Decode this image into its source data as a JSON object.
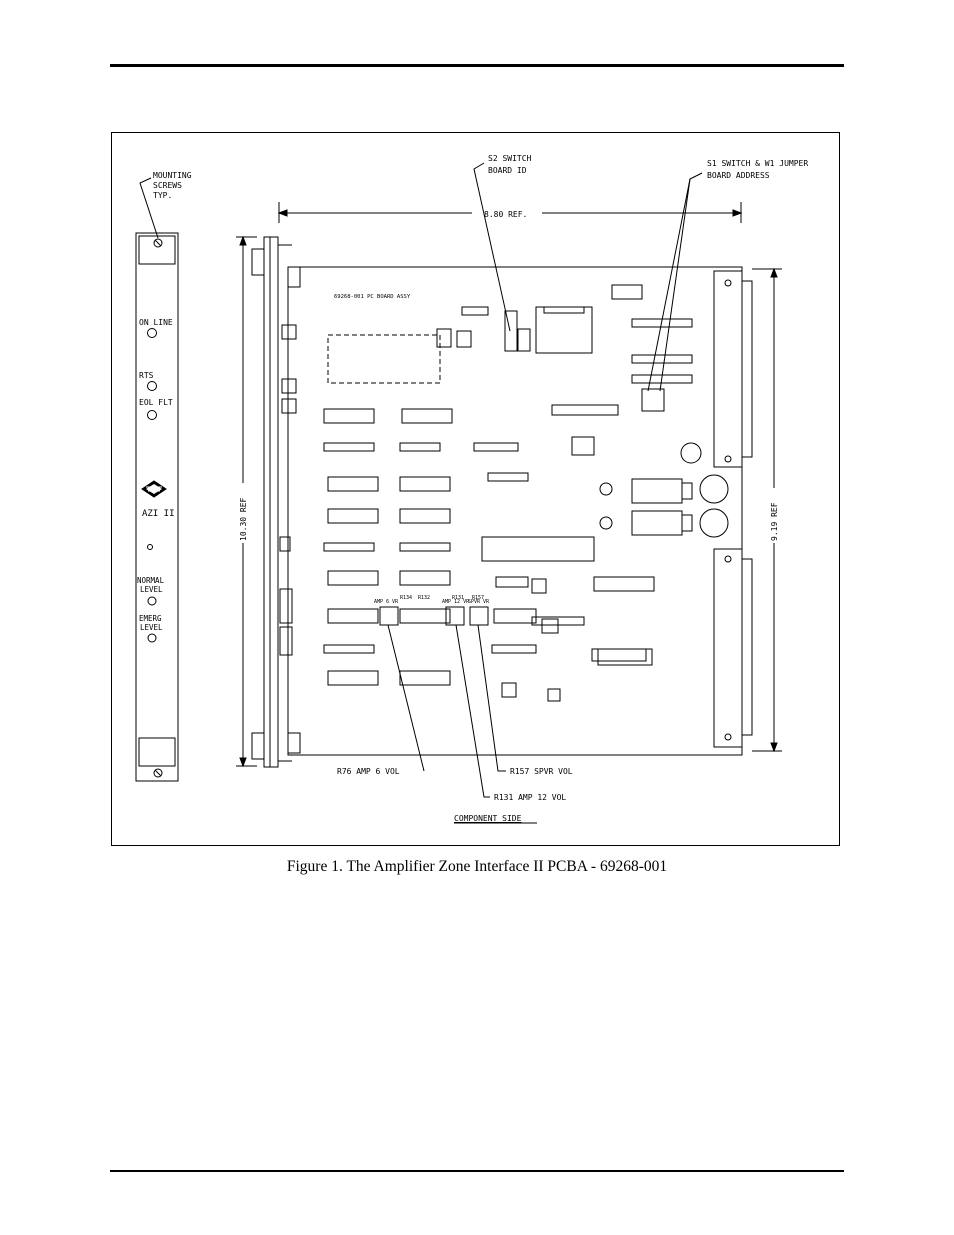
{
  "figure": {
    "caption": "Figure 1.  The Amplifier Zone Interface II PCBA - 69268-001",
    "callouts": {
      "mounting_screws": [
        "MOUNTING",
        "SCREWS",
        "TYP."
      ],
      "s2_switch": [
        "S2 SWITCH",
        "BOARD ID"
      ],
      "s1_switch": [
        "S1 SWITCH & W1 JUMPER",
        "BOARD ADDRESS"
      ],
      "width_dim": "8.80 REF.",
      "height_dim": "10.30 REF",
      "right_dim": "9.19 REF",
      "r76": "R76 AMP 6 VOL",
      "r157": "R157 SPVR VOL",
      "r131": "R131 AMP 12 VOL",
      "component_side": "COMPONENT SIDE"
    },
    "front_panel": {
      "leds": [
        "ON LINE",
        "RTS",
        "EOL FLT"
      ],
      "model": "AZI II",
      "controls": [
        [
          "NORMAL",
          "LEVEL"
        ],
        [
          "EMERG",
          "LEVEL"
        ]
      ]
    },
    "board": {
      "assy_label": "69268-001 PC BOARD ASSY",
      "amp_labels": [
        "AMP 6 VR",
        "AMP 12 VR",
        "SPVR VR"
      ],
      "refs": [
        "R134",
        "R132",
        "R131",
        "R157"
      ]
    }
  }
}
